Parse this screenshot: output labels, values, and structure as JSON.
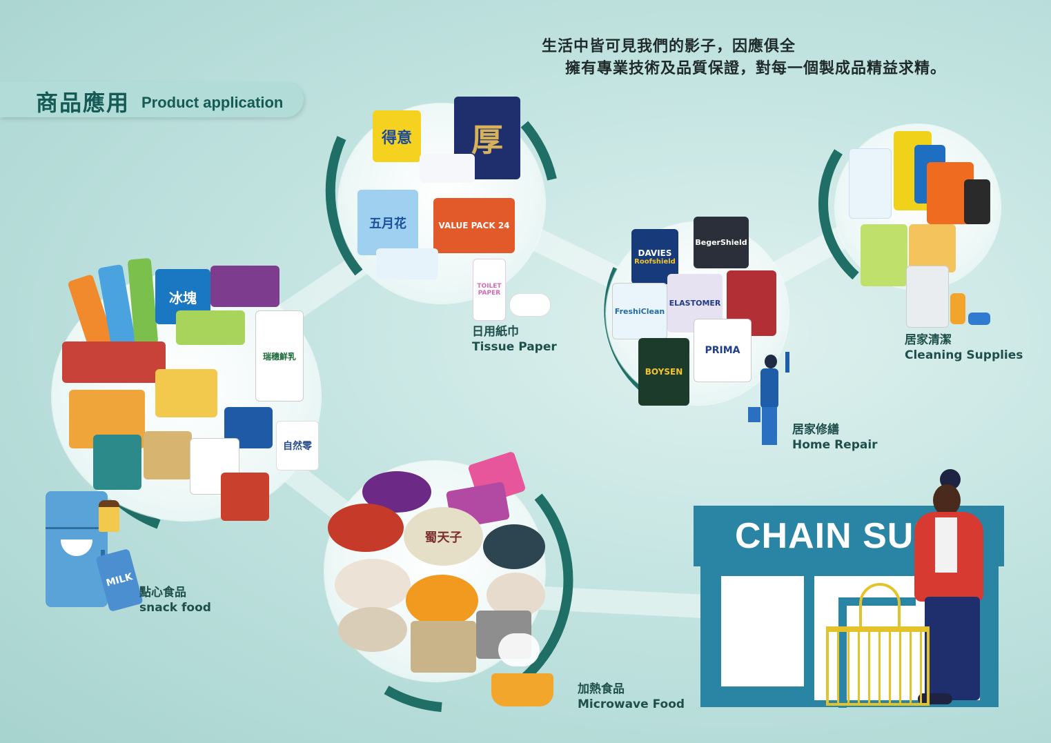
{
  "headline": {
    "line1": "生活中皆可見我們的影子，因應俱全",
    "line2": "擁有專業技術及品質保證，對每一個製成品精益求精。"
  },
  "section": {
    "title_cn": "商品應用",
    "title_en": "Product application"
  },
  "categories": [
    {
      "cn": "點心食品",
      "en": "snack food"
    },
    {
      "cn": "日用紙巾",
      "en": "Tissue Paper"
    },
    {
      "cn": "居家修繕",
      "en": "Home Repair"
    },
    {
      "cn": "居家清潔",
      "en": "Cleaning Supplies"
    },
    {
      "cn": "加熱食品",
      "en": "Microwave Food"
    }
  ],
  "store": {
    "sign": "CHAIN SUPE"
  },
  "product_text": {
    "tissue": {
      "deyi": "得意",
      "hou": "厚",
      "wuyuehua": "五月花",
      "valuepack": "VALUE PACK 24",
      "toilet": "TOILET PAPER"
    },
    "paint": {
      "davies": "DAVIES",
      "roofshield": "Roofshield",
      "beger": "BegerShield",
      "fresh": "FreshiClean",
      "elasto": "ELASTOMER",
      "boysen": "BOYSEN",
      "prima": "PRIMA"
    },
    "snack": {
      "ice": "冰​塊",
      "milk": "MILK",
      "ruisui": "瑞穗鮮乳",
      "ziran": "自然零"
    },
    "noodle": {
      "shutianzi": "蜀天子"
    }
  },
  "colors": {
    "teal": "#1f6f67",
    "deep_teal": "#155a54",
    "store_blue": "#2a84a3"
  }
}
